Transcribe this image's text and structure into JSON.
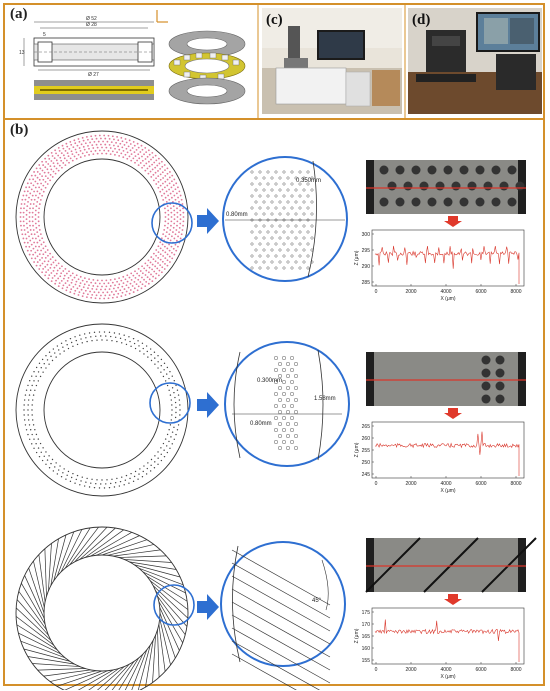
{
  "panels": {
    "a_label": "(a)",
    "b_label": "(b)",
    "c_label": "(c)",
    "d_label": "(d)"
  },
  "bearing_drawing": {
    "dim_top_1": "Ø 52",
    "dim_top_2": "Ø 28",
    "dim_bottom": "Ø 27",
    "dim_side": "13",
    "dim_small": "5"
  },
  "rows": [
    {
      "label_1": "0.350mm",
      "label_2": "0.80mm",
      "profile_ylabel": "Z (μm)",
      "profile_xlabel": "X (μm)",
      "yticks": [
        "300",
        "295",
        "290",
        "285"
      ],
      "xticks": [
        "0",
        "2000",
        "4000",
        "6000",
        "8000"
      ]
    },
    {
      "label_1": "0.300mm",
      "label_2": "0.80mm",
      "label_3": "1.58mm",
      "profile_ylabel": "Z (μm)",
      "profile_xlabel": "X (μm)",
      "yticks": [
        "265",
        "260",
        "255",
        "250",
        "245"
      ],
      "xticks": [
        "0",
        "2000",
        "4000",
        "6000",
        "8000"
      ]
    },
    {
      "label_1": "45°",
      "profile_ylabel": "Z (μm)",
      "profile_xlabel": "X (μm)",
      "yticks": [
        "175",
        "170",
        "165",
        "160",
        "155"
      ],
      "xticks": [
        "0",
        "2000",
        "4000",
        "6000",
        "8000"
      ]
    }
  ],
  "colors": {
    "frame": "#d4902a",
    "zoom_circle": "#2e6fd1",
    "arrow": "#2e6fd1",
    "profile_line": "#d9362b",
    "red_arrow": "#e0392b"
  }
}
